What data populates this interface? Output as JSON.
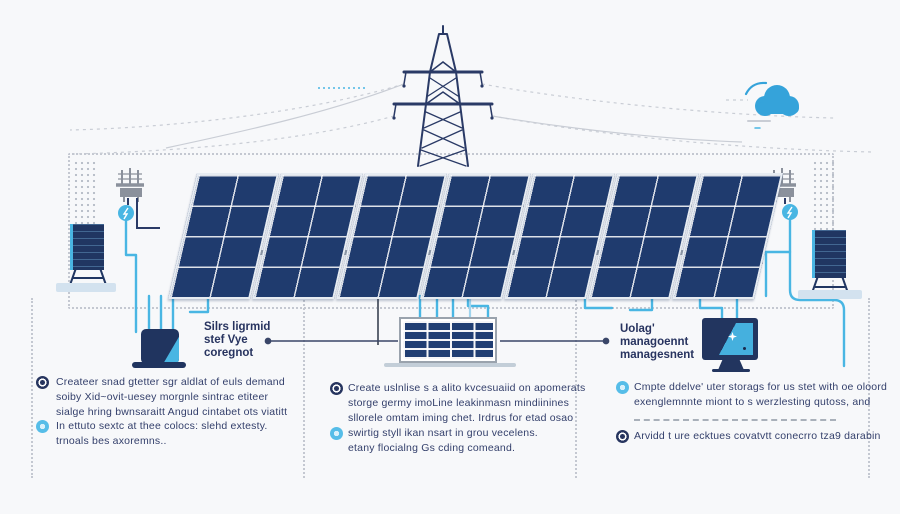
{
  "palette": {
    "background": "#f7f8fa",
    "navy": "#24355f",
    "panel_navy": "#1f3b6e",
    "cyan_line": "#49b6e3",
    "pale_cyan_line": "#9fd4ee",
    "cloud_blue": "#35a3da",
    "gray_icon": "#8b919c",
    "dashed_gray": "#c4c8d1",
    "wire_gray": "#c9cdd5",
    "text_navy": "#333f6b",
    "light_platform": "#d3e2ef",
    "light_bullet": "#56bde8"
  },
  "icons": {
    "pylon": "transmission-tower-icon",
    "cloud": "cloud-icon",
    "substation_left": "substation-icon",
    "substation_right": "substation-icon",
    "server_left": "server-cabinet-icon",
    "server_right": "server-cabinet-icon",
    "mini_tower": "lattice-tower-icon",
    "solar_panel": "solar-panel-icon",
    "laptop": "laptop-icon",
    "battery_rack": "battery-rack-icon",
    "monitor": "monitor-icon",
    "node": "connector-node-icon"
  },
  "labels": {
    "left_component": {
      "line1": "Silrs ligrmid",
      "line2": "stef Vye",
      "line3": "coregnot"
    },
    "right_component": {
      "line1": "Uolag'",
      "line2": "managoennt",
      "line3": "managesnent"
    }
  },
  "notes": {
    "left": {
      "item1": {
        "line1": "Createer snad gtetter sgr aldlat of euls demand",
        "line2": "soiby Xid~ovit-uesey morgnle sintrac etiteer",
        "line3": "sialge hring bwnsaraitt Angud cintabet ots viatitt"
      },
      "item2": {
        "line1": "In ettuto sextc at thee colocs: slehd extesty.",
        "line2": "trnoals bes axoremns.."
      }
    },
    "middle": {
      "item1": {
        "line1": "Create uslnlise s a alito kvcesuaiid on apomerats",
        "line2": "storge germy imoLine leakinmasn mindiinines",
        "line3": "sllorele omtam iming chet. Irdrus for etad osao"
      },
      "item2": {
        "line1": "swirtig styll ikan nsart in grou vecelens.",
        "line2": "etany flocialng Gs cding comeand."
      }
    },
    "right": {
      "item1": {
        "line1": "Cmpte ddelve' uter storags for us stet with oe oloord",
        "line2": "exenglemnnte miont to s werzlesting qutoss, and"
      },
      "item2": {
        "line1": "Arvidd t ure ecktues covatvtt conecrro tza9 darabin"
      }
    }
  }
}
